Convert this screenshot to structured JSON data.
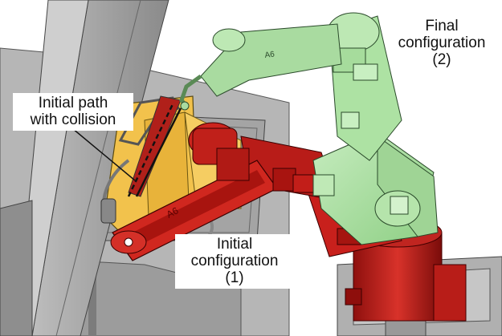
{
  "labels": {
    "initial_path": [
      "Initial path",
      "with collision"
    ],
    "initial_configuration": [
      "Initial",
      "configuration",
      "(1)"
    ],
    "final_configuration": [
      "Final",
      "configuration",
      "(2)"
    ]
  },
  "colors": {
    "background": "#ffffff",
    "floor_gray": "#b4b4b4",
    "wall_gray": "#9a9a9a",
    "fixture_yellow": "#f2c24c",
    "robot_initial_red": "#c8201c",
    "robot_final_green": "#a9dba0",
    "outline": "#1a1a1a"
  }
}
